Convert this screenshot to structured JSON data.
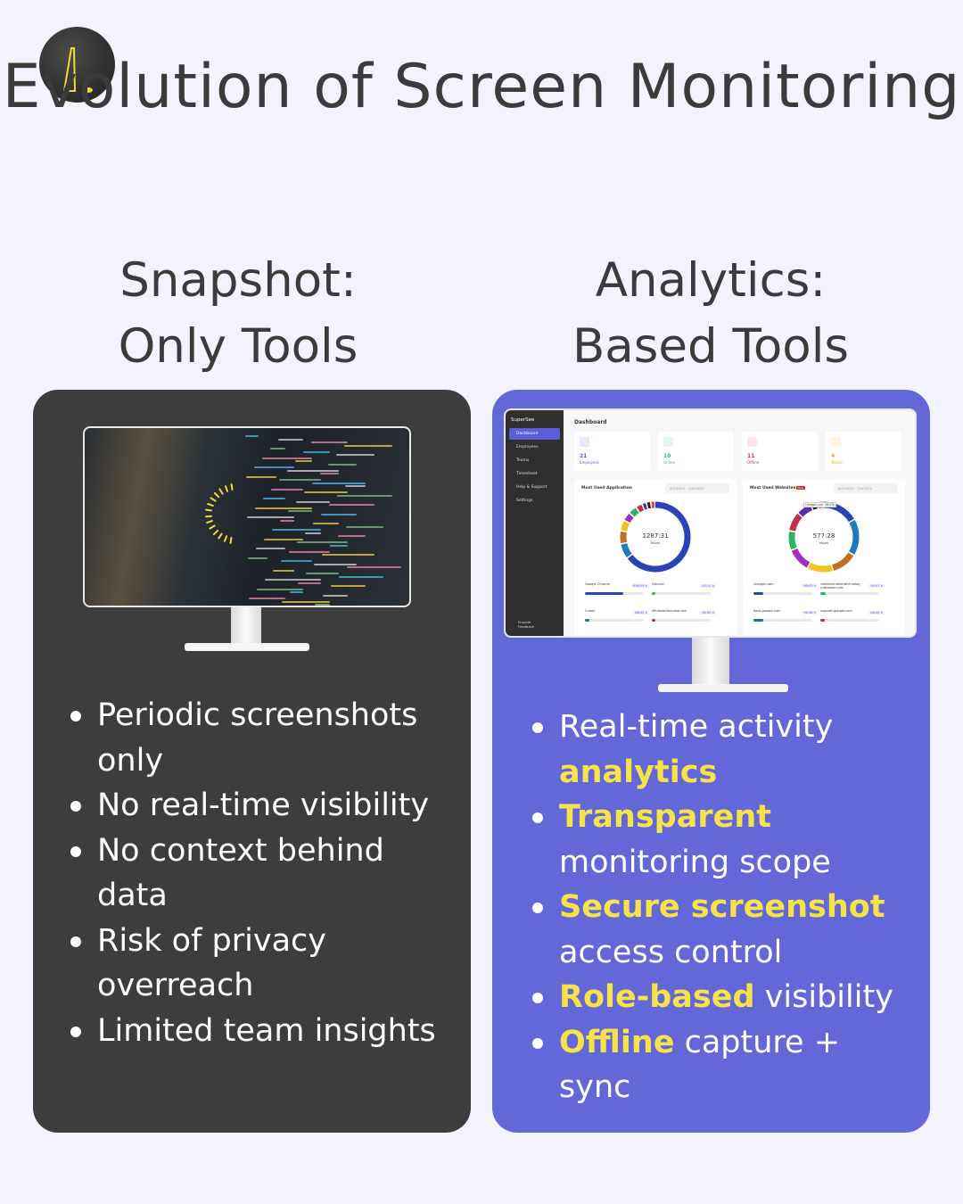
{
  "title": "Evolution of Screen Monitoring",
  "left": {
    "heading_line1": "Snapshot:",
    "heading_line2": "Only Tools",
    "bullets": [
      "Periodic screenshots only",
      "No real-time visibility",
      "No context behind data",
      "Risk of privacy overreach",
      "Limited team insights"
    ]
  },
  "right": {
    "heading_line1": "Analytics:",
    "heading_line2": "Based Tools",
    "bullets": [
      [
        {
          "t": "Real-time activity ",
          "h": false
        },
        {
          "t": "analytics",
          "h": true
        }
      ],
      [
        {
          "t": "Transparent",
          "h": true
        },
        {
          "t": " monitoring scope",
          "h": false
        }
      ],
      [
        {
          "t": "Secure screenshot",
          "h": true
        },
        {
          "t": " access control",
          "h": false
        }
      ],
      [
        {
          "t": "Role-based",
          "h": true
        },
        {
          "t": " visibility",
          "h": false
        }
      ],
      [
        {
          "t": "Offline",
          "h": true
        },
        {
          "t": " capture + sync",
          "h": false
        }
      ]
    ]
  },
  "colors": {
    "page_bg": "#f3f3fd",
    "left_card": "#3d3d3d",
    "right_card": "#6467d8",
    "highlight": "#f5e348"
  },
  "dashboard": {
    "brand": "SuperSee",
    "page_title": "Dashboard",
    "nav": [
      "Dashboard",
      "Employees",
      "Teams",
      "Timesheet",
      "Help & Support",
      "Settings"
    ],
    "feedback": "Provide Feedback",
    "stats": [
      {
        "n": "21",
        "l": "Employees",
        "c": "#5b5fd6",
        "bg": "#e8e8fb"
      },
      {
        "n": "10",
        "l": "Online",
        "c": "#2fb36a",
        "bg": "#e3f6ea"
      },
      {
        "n": "11",
        "l": "Offline",
        "c": "#d0304a",
        "bg": "#fbe5e8"
      },
      {
        "n": "4",
        "l": "Teams",
        "c": "#e0b020",
        "bg": "#fcf5dc"
      }
    ],
    "apps": {
      "title": "Most Used Application",
      "date": "6/1/2025 - 7/4/2025",
      "total": "1287:31",
      "unit": "Hours",
      "items": [
        {
          "name": "Google Chrome",
          "v": "838:59 h",
          "p": 0.65,
          "c": "#2a44b8"
        },
        {
          "name": "Discord",
          "v": "40:31 h",
          "p": 0.04,
          "c": "#2fb36a"
        },
        {
          "name": "Cursor",
          "v": "88:22 h",
          "p": 0.07,
          "c": "#1f6fb5"
        },
        {
          "name": "WindowsTerminal.exe",
          "v": "36:50 h",
          "p": 0.03,
          "c": "#c0304a"
        }
      ],
      "segments": [
        {
          "c": "#2a44b8",
          "f": 0.65
        },
        {
          "c": "#1f7ac0",
          "f": 0.07
        },
        {
          "c": "#c07020",
          "f": 0.06
        },
        {
          "c": "#f2c21d",
          "f": 0.05
        },
        {
          "c": "#a030c0",
          "f": 0.04
        },
        {
          "c": "#2fb36a",
          "f": 0.04
        },
        {
          "c": "#c0304a",
          "f": 0.03
        },
        {
          "c": "#5b2fa0",
          "f": 0.02
        },
        {
          "c": "#222",
          "f": 0.02
        },
        {
          "c": "#e04040",
          "f": 0.02
        }
      ]
    },
    "sites": {
      "title": "Most Used Websites",
      "badge": "New",
      "date": "6/1/2025 - 7/4/2025",
      "total": "577:28",
      "unit": "Hours",
      "tooltip": "chatgpt.com: 98:03h",
      "items": [
        {
          "name": "chatgpt.com",
          "v": "98:03 h",
          "p": 0.17,
          "c": "#2a44b8"
        },
        {
          "name": "radinformationtechnology.atlassian.net",
          "v": "50:07 h",
          "p": 0.09,
          "c": "#2fb36a"
        },
        {
          "name": "docs.google.com",
          "v": "98:46 h",
          "p": 0.17,
          "c": "#1f6fb5"
        },
        {
          "name": "support.google.com",
          "v": "48:44 h",
          "p": 0.08,
          "c": "#c0304a"
        }
      ],
      "segments": [
        {
          "c": "#2a44b8",
          "f": 0.17
        },
        {
          "c": "#1f7ac0",
          "f": 0.17
        },
        {
          "c": "#c07020",
          "f": 0.12
        },
        {
          "c": "#f2c21d",
          "f": 0.12
        },
        {
          "c": "#a030c0",
          "f": 0.11
        },
        {
          "c": "#2fb36a",
          "f": 0.09
        },
        {
          "c": "#c0304a",
          "f": 0.09
        },
        {
          "c": "#5b2fa0",
          "f": 0.07
        },
        {
          "c": "#222",
          "f": 0.03
        },
        {
          "c": "#e04040",
          "f": 0.03
        }
      ]
    }
  }
}
